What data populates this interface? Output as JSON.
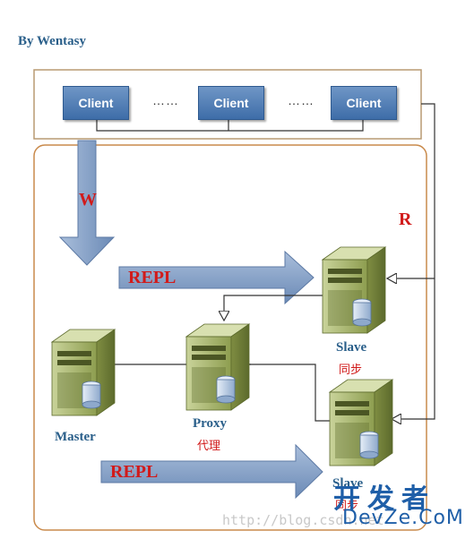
{
  "author": "By Wentasy",
  "clients": [
    "Client",
    "Client",
    "Client"
  ],
  "dots": [
    "……",
    "……"
  ],
  "labels": {
    "write": "W",
    "read": "R",
    "repl_top": "REPL",
    "repl_bottom": "REPL"
  },
  "servers": {
    "master": {
      "name": "Master",
      "cn": ""
    },
    "proxy": {
      "name": "Proxy",
      "cn": "代理"
    },
    "slave1": {
      "name": "Slave",
      "cn": "同步"
    },
    "slave2": {
      "name": "Slave",
      "cn": "同步"
    }
  },
  "watermark": "http://blog.csdn.net",
  "logo": {
    "top": "开发者",
    "bottom": "DevZe.CoM"
  },
  "colors": {
    "client_fill": "#4f7fb9",
    "arrow_fill": "#7f9bc4",
    "label_red": "#d11b1b",
    "label_blue": "#2a5f8a",
    "frame_orange": "#c98a4b",
    "server_green": "#a7b76a"
  }
}
